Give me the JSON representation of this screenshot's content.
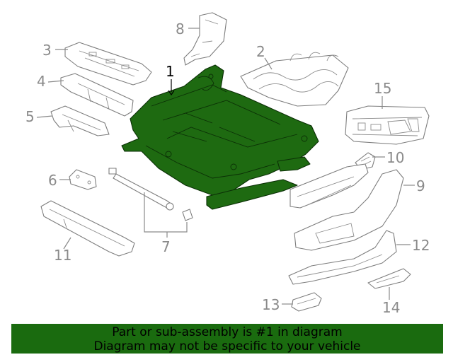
{
  "diagram": {
    "callouts": [
      {
        "id": "1",
        "label": "1",
        "highlighted": true
      },
      {
        "id": "2",
        "label": "2"
      },
      {
        "id": "3",
        "label": "3"
      },
      {
        "id": "4",
        "label": "4"
      },
      {
        "id": "5",
        "label": "5"
      },
      {
        "id": "6",
        "label": "6"
      },
      {
        "id": "7",
        "label": "7"
      },
      {
        "id": "8",
        "label": "8"
      },
      {
        "id": "9",
        "label": "9"
      },
      {
        "id": "10",
        "label": "10"
      },
      {
        "id": "11",
        "label": "11"
      },
      {
        "id": "12",
        "label": "12"
      },
      {
        "id": "13",
        "label": "13"
      },
      {
        "id": "14",
        "label": "14"
      },
      {
        "id": "15",
        "label": "15"
      }
    ],
    "highlight_color": "#1e6a11",
    "line_color": "#8a8a8a"
  },
  "banner": {
    "line1": "Part or sub-assembly is #1 in diagram",
    "line2": "Diagram may not be specific to your vehicle",
    "background": "#1a6b0f"
  }
}
